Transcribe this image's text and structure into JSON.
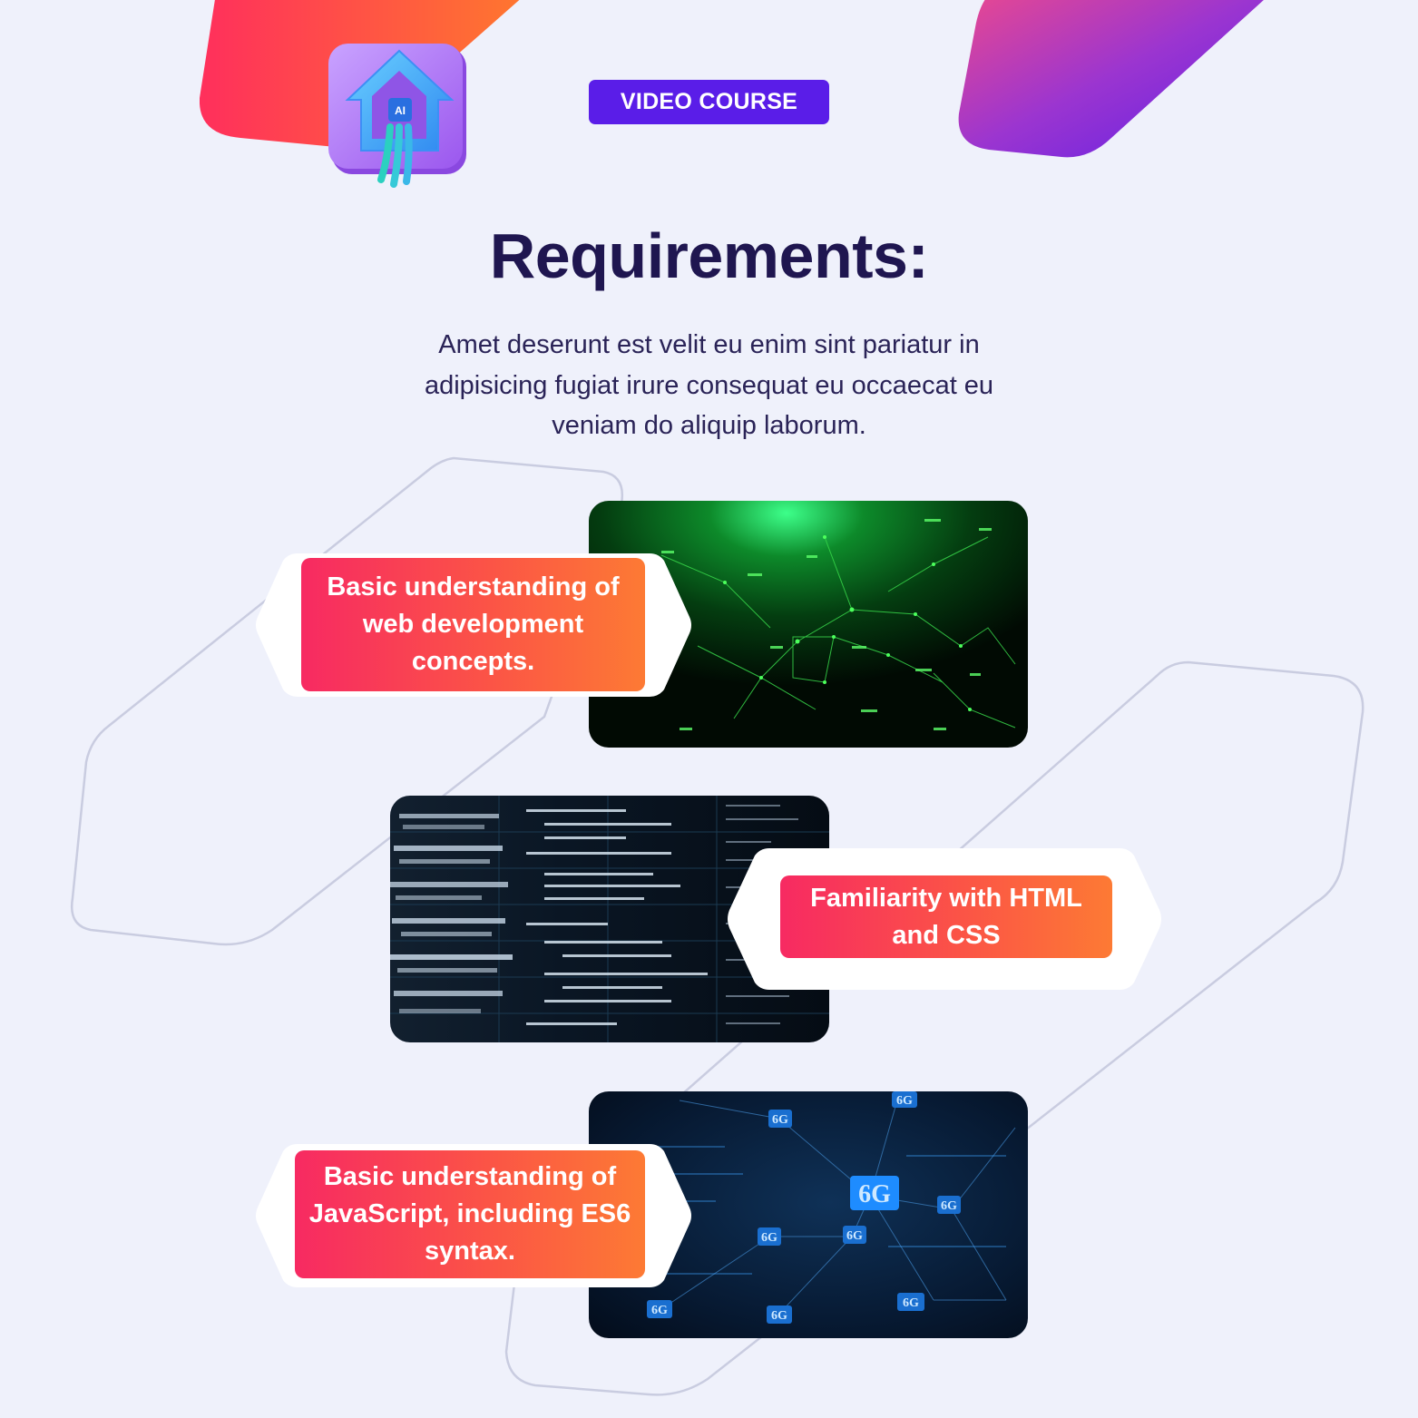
{
  "header": {
    "badge_label": "VIDEO COURSE",
    "logo_icon": "ai-house-icon",
    "logo_text": "AI"
  },
  "main": {
    "title": "Requirements:",
    "description": "Amet deserunt est velit eu enim sint pariatur in adipisicing fugiat irure consequat eu occaecat eu veniam do aliquip laborum."
  },
  "requirements": [
    {
      "text": "Basic understanding of web development concepts.",
      "image": "green-network-image"
    },
    {
      "text": "Familiarity with HTML and CSS",
      "image": "code-screen-image"
    },
    {
      "text": "Basic understanding of JavaScript, including ES6 syntax.",
      "image": "6g-network-image"
    }
  ],
  "photo_labels": {
    "six_g": "6G"
  },
  "colors": {
    "background": "#eff1fb",
    "badge": "#5a1de8",
    "title": "#1f1650",
    "card_gradient_start": "#f72a62",
    "card_gradient_end": "#fd7a34"
  }
}
